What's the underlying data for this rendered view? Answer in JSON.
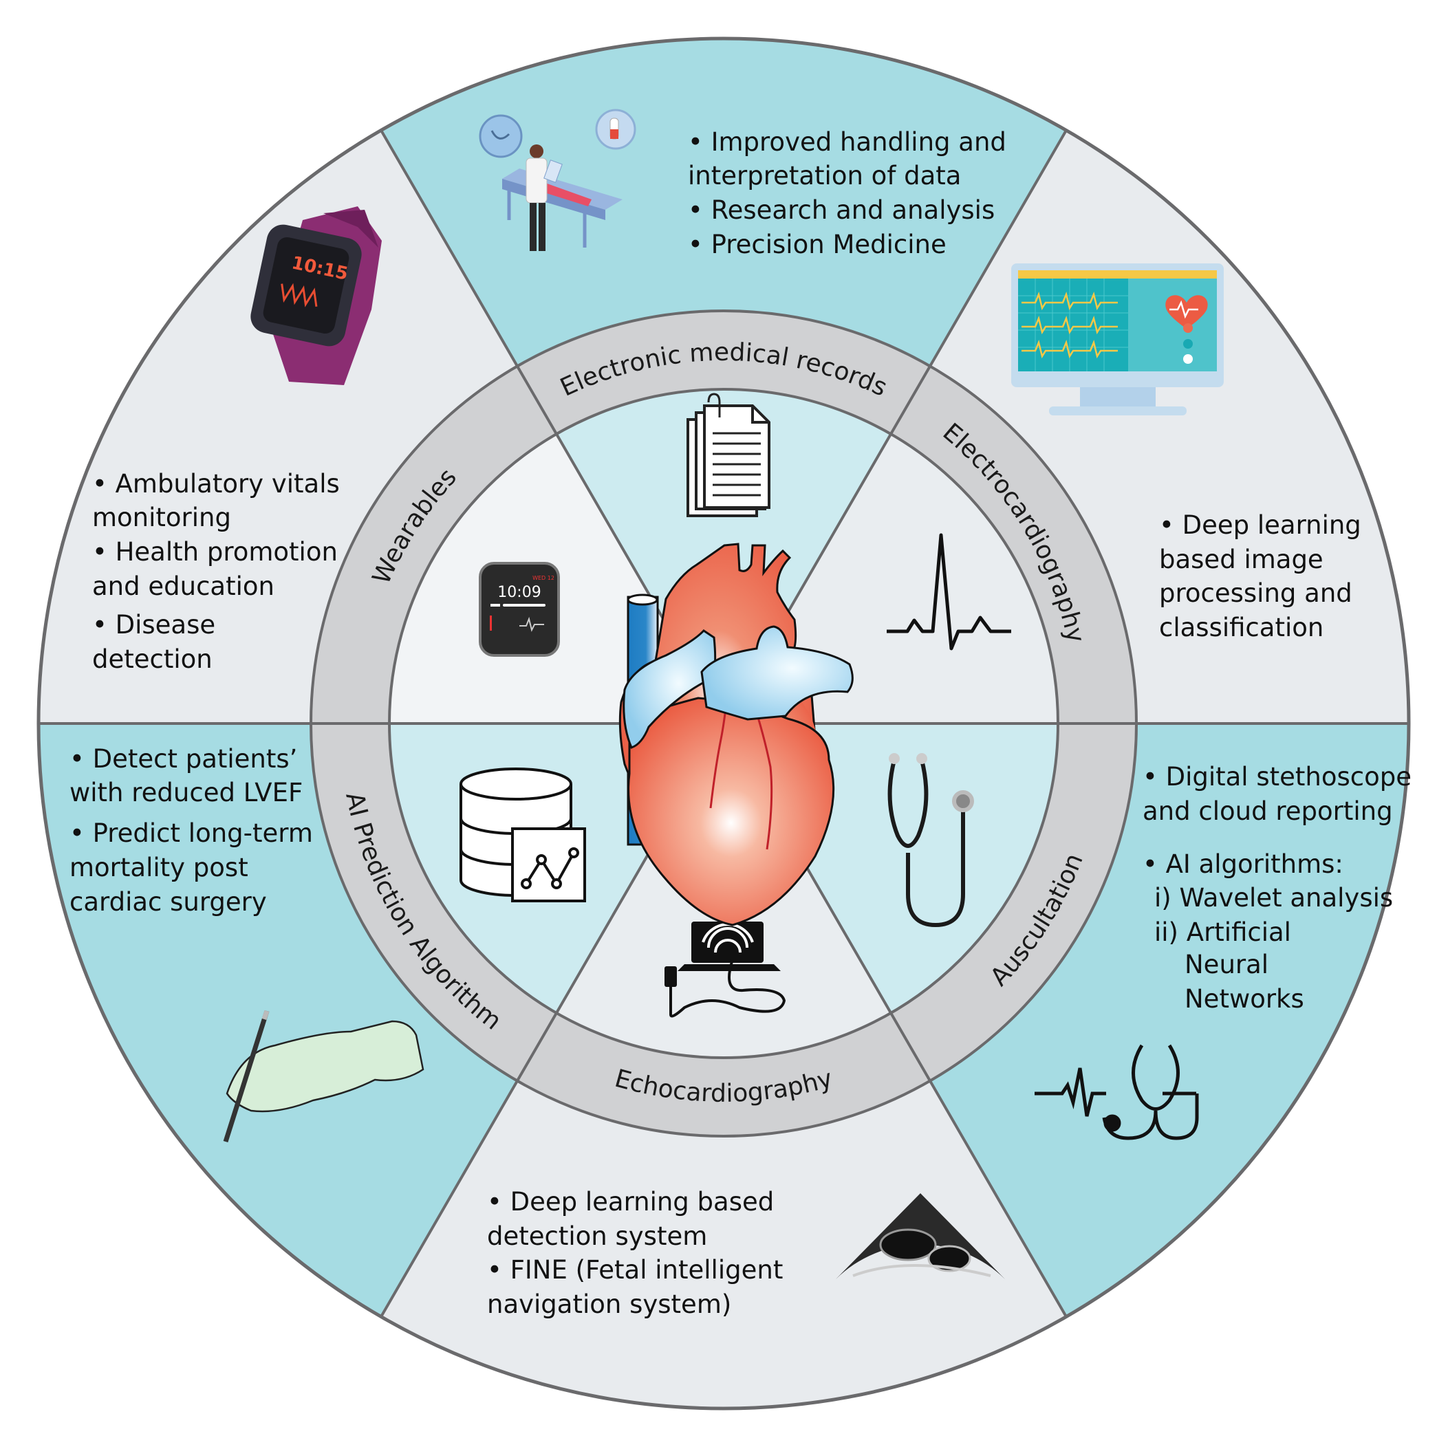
{
  "title": "AI applications in cardiology",
  "colors": {
    "teal": "#a6dce3",
    "gray": "#e8ebee",
    "inner_teal": "#cdebf0",
    "inner_gray": "#f1f3f5",
    "ring": "#d0d1d3",
    "stroke": "#6a6a6c"
  },
  "ring_labels": {
    "emr": "Electronic medical records",
    "ecg": "Electrocardiography",
    "auscultation": "Auscultation",
    "echo": "Echocardiography",
    "ai": "AI Prediction Algorithm",
    "wearables": "Wearables"
  },
  "emr": {
    "lines": [
      "• Improved handling and",
      "interpretation of data",
      "• Research and analysis",
      "• Precision Medicine"
    ]
  },
  "wearables": {
    "lines": [
      "• Ambulatory vitals",
      "monitoring",
      "• Health promotion",
      "and education",
      "• Disease",
      "detection"
    ]
  },
  "ecg": {
    "lines": [
      "• Deep learning",
      "based image",
      "processing and",
      "classification"
    ]
  },
  "ai": {
    "lines": [
      "• Detect patients’",
      "with reduced LVEF",
      "• Predict long-term",
      "mortality post",
      "cardiac surgery"
    ]
  },
  "auscultation": {
    "lines": [
      "• Digital stethoscope",
      "and cloud reporting",
      "• AI algorithms:",
      "i) Wavelet analysis",
      "ii) Artificial",
      "Neural",
      "Networks"
    ]
  },
  "echo": {
    "lines": [
      "• Deep learning based",
      "detection system",
      "• FINE (Fetal intelligent",
      "navigation system)"
    ]
  },
  "icons": {
    "smartwatch_time": "10:15",
    "watch_time": "10:09",
    "watch_date": "WED 12"
  }
}
